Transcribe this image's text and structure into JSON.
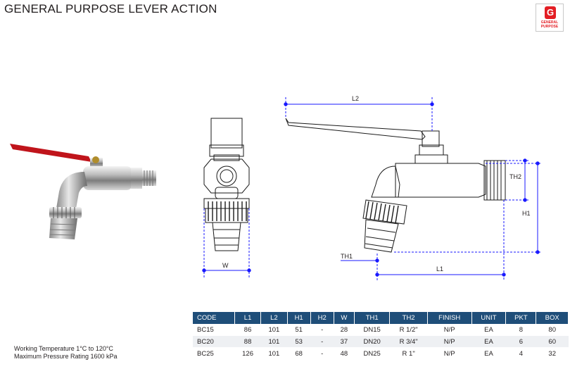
{
  "header": {
    "title": "GENERAL PURPOSE LEVER ACTION",
    "badge_letter": "G",
    "badge_line1": "GENERAL",
    "badge_line2": "PURPOSE"
  },
  "drawing": {
    "labels": {
      "l2": "L2",
      "th2": "TH2",
      "h1": "H1",
      "th1": "TH1",
      "l1": "L1",
      "w": "W"
    }
  },
  "specs": {
    "working_temperature": "Working Temperature  1°C to 120°C",
    "max_pressure": "Maximum Pressure Rating  1600 kPa"
  },
  "table": {
    "headers": [
      "CODE",
      "L1",
      "L2",
      "H1",
      "H2",
      "W",
      "TH1",
      "TH2",
      "FINISH",
      "UNIT",
      "PKT",
      "BOX"
    ],
    "rows": [
      [
        "BC15",
        "86",
        "101",
        "51",
        "-",
        "28",
        "DN15",
        "R 1/2\"",
        "N/P",
        "EA",
        "8",
        "80"
      ],
      [
        "BC20",
        "88",
        "101",
        "53",
        "-",
        "37",
        "DN20",
        "R 3/4\"",
        "N/P",
        "EA",
        "6",
        "60"
      ],
      [
        "BC25",
        "126",
        "101",
        "68",
        "-",
        "48",
        "DN25",
        "R 1\"",
        "N/P",
        "EA",
        "4",
        "32"
      ]
    ]
  },
  "colors": {
    "header_bg": "#1f4e79",
    "accent_red": "#e31e24",
    "dimension_blue": "#1a1aff",
    "lever_red": "#c0141b"
  }
}
